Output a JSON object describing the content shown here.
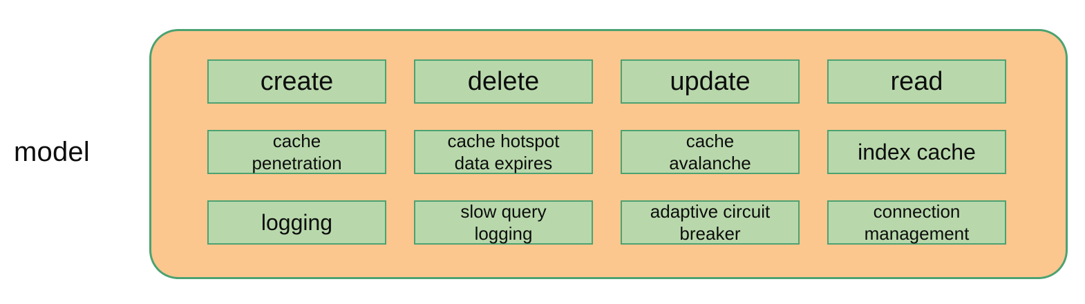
{
  "diagram": {
    "group_label": "model",
    "colors": {
      "group_fill": "#fcc68f",
      "group_border": "#4ba271",
      "node_fill": "#b8d8ab",
      "node_border": "#4ba271",
      "text": "#0d0d0d",
      "background": "#ffffff"
    },
    "rows": [
      {
        "cells": [
          {
            "label": "create"
          },
          {
            "label": "delete"
          },
          {
            "label": "update"
          },
          {
            "label": "read"
          }
        ]
      },
      {
        "cells": [
          {
            "label": "cache\npenetration"
          },
          {
            "label": "cache hotspot\ndata expires"
          },
          {
            "label": "cache\navalanche"
          },
          {
            "label": "index cache"
          }
        ]
      },
      {
        "cells": [
          {
            "label": "logging"
          },
          {
            "label": "slow query\nlogging"
          },
          {
            "label": "adaptive circuit\nbreaker"
          },
          {
            "label": "connection\nmanagement"
          }
        ]
      }
    ]
  }
}
